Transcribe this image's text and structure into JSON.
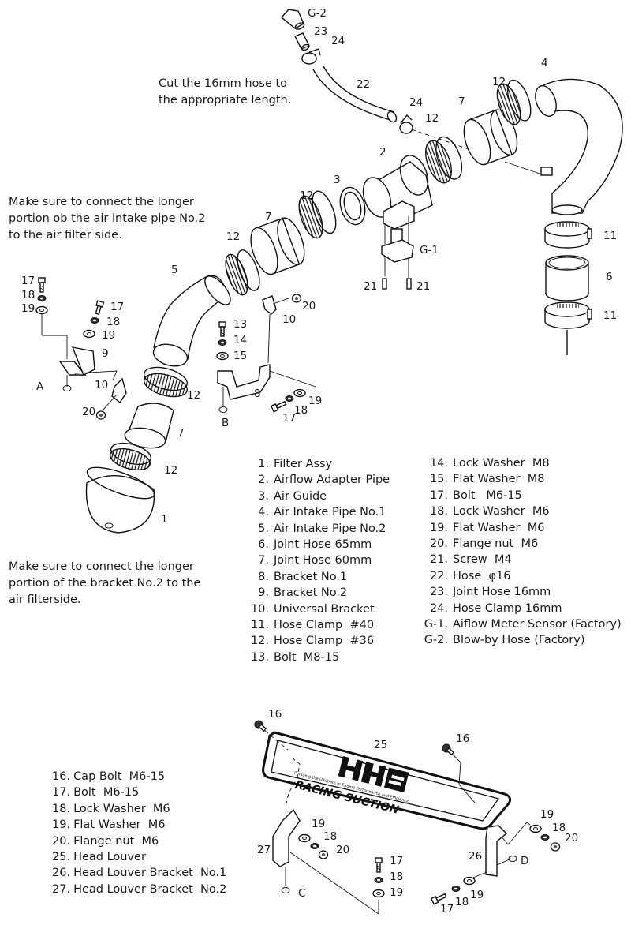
{
  "notes": {
    "hose_cut": [
      "Cut the 16mm hose to",
      "the appropriate length."
    ],
    "intake_pipe": [
      "Make sure to connect the longer",
      "portion ob the air intake pipe No.2",
      "to the air filter side."
    ],
    "bracket": [
      "Make sure to connect the longer",
      "portion of the bracket No.2 to the",
      "air filterside."
    ]
  },
  "parts_list_main_col1": [
    {
      "num": "1.",
      "name": "Filter Assy"
    },
    {
      "num": "2.",
      "name": "Airflow Adapter Pipe"
    },
    {
      "num": "3.",
      "name": "Air Guide"
    },
    {
      "num": "4.",
      "name": "Air Intake Pipe No.1"
    },
    {
      "num": "5.",
      "name": "Air Intake Pipe No.2"
    },
    {
      "num": "6.",
      "name": "Joint Hose 65mm"
    },
    {
      "num": "7.",
      "name": "Joint Hose 60mm"
    },
    {
      "num": "8.",
      "name": "Bracket No.1"
    },
    {
      "num": "9.",
      "name": "Bracket No.2"
    },
    {
      "num": "10.",
      "name": "Universal Bracket"
    },
    {
      "num": "11.",
      "name": "Hose Clamp  #40"
    },
    {
      "num": "12.",
      "name": "Hose Clamp  #36"
    },
    {
      "num": "13.",
      "name": "Bolt  M8-15"
    }
  ],
  "parts_list_main_col2": [
    {
      "num": "14.",
      "name": "Lock Washer  M8"
    },
    {
      "num": "15.",
      "name": "Flat Washer  M8"
    },
    {
      "num": "17.",
      "name": "Bolt   M6-15"
    },
    {
      "num": "18.",
      "name": "Lock Washer  M6"
    },
    {
      "num": "19.",
      "name": "Flat Washer  M6"
    },
    {
      "num": "20.",
      "name": "Flange nut  M6"
    },
    {
      "num": "21.",
      "name": "Screw  M4"
    },
    {
      "num": "22.",
      "name": "Hose  φ16"
    },
    {
      "num": "23.",
      "name": "Joint Hose 16mm"
    },
    {
      "num": "24.",
      "name": "Hose Clamp 16mm"
    },
    {
      "num": "G-1.",
      "name": "Aiflow Meter Sensor (Factory)"
    },
    {
      "num": "G-2.",
      "name": "Blow-by Hose (Factory)"
    }
  ],
  "parts_list_louver": [
    {
      "num": "16.",
      "name": "Cap Bolt  M6-15"
    },
    {
      "num": "17.",
      "name": "Bolt  M6-15"
    },
    {
      "num": "18.",
      "name": "Lock Washer  M6"
    },
    {
      "num": "19.",
      "name": "Flat Washer  M6"
    },
    {
      "num": "20.",
      "name": "Flange nut  M6"
    },
    {
      "num": "25.",
      "name": "Head Louver"
    },
    {
      "num": "26.",
      "name": "Head Louver Bracket  No.1"
    },
    {
      "num": "27.",
      "name": "Head Louver Bracket  No.2"
    }
  ],
  "callouts": {
    "g2": "G-2",
    "c23": "23",
    "c24a": "24",
    "c22": "22",
    "c24b": "24",
    "c12a": "12",
    "c7a": "7",
    "c12b": "12",
    "c4": "4",
    "c2": "2",
    "c3": "3",
    "c12c": "12",
    "c7b": "7",
    "c12d": "12",
    "g1": "G-1",
    "c21a": "21",
    "c21b": "21",
    "c11a": "11",
    "c6": "6",
    "c11b": "11",
    "c5": "5",
    "c20a": "20",
    "c10a": "10",
    "c13": "13",
    "c14": "14",
    "c15": "15",
    "c8": "8",
    "c19a": "19",
    "c18a": "18",
    "c17a": "17",
    "cB": "B",
    "c17b": "17",
    "c18b": "18",
    "c19b": "19",
    "c17c": "17",
    "c18c": "18",
    "c19c": "19",
    "c9": "9",
    "cA": "A",
    "c10b": "10",
    "c20b": "20",
    "c12e": "12",
    "c7c": "7",
    "c12f": "12",
    "c1": "1",
    "c16a": "16",
    "c25": "25",
    "c16b": "16",
    "c27": "27",
    "c19d": "19",
    "c18d": "18",
    "c20c": "20",
    "cC": "C",
    "c17d": "17",
    "c18e": "18",
    "c19e": "19",
    "c26": "26",
    "c19f": "19",
    "c18f": "18",
    "c20d": "20",
    "cD": "D",
    "c19g": "19",
    "c18g": "18",
    "c17e": "17"
  },
  "louver_logo": {
    "brand": "HKS",
    "tagline": "Pursuing the Ultimate in Engine Performance and Efficiency.",
    "product": "RACING SUCTION"
  }
}
